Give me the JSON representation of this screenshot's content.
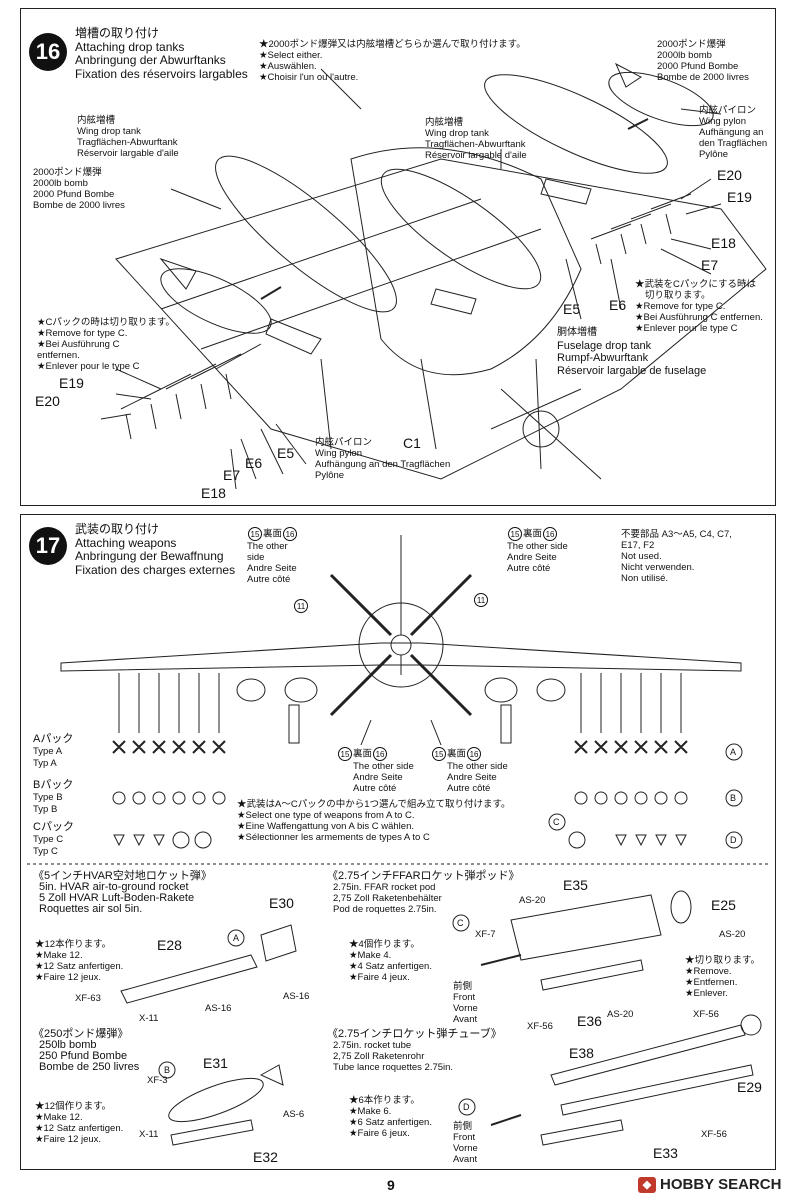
{
  "step16": {
    "number": "16",
    "title": [
      "増槽の取り付け",
      "Attaching drop tanks",
      "Anbringung der Abwurftanks",
      "Fixation des réservoirs largables"
    ],
    "select_note": [
      "★2000ポンド爆弾又は内舷増槽どちらか選んで取り付けます。",
      "★Select either.",
      "★Auswählen.",
      "★Choisir l'un ou l'autre."
    ],
    "bomb_right": [
      "2000ポンド爆弾",
      "2000lb bomb",
      "2000 Pfund Bombe",
      "Bombe de 2000 livres"
    ],
    "bomb_left": [
      "2000ポンド爆弾",
      "2000lb bomb",
      "2000 Pfund Bombe",
      "Bombe de 2000 livres"
    ],
    "wing_tank_left": [
      "内舷増槽",
      "Wing drop tank",
      "Tragflächen-Abwurftank",
      "Réservoir largable d'aile"
    ],
    "wing_tank_right": [
      "内舷増槽",
      "Wing drop tank",
      "Tragflächen-Abwurftank",
      "Réservoir largable d'aile"
    ],
    "pylon_right": [
      "内舷パイロン",
      "Wing pylon",
      "Aufhängung an",
      "den Tragflächen",
      "Pylône"
    ],
    "pylon_bottom": [
      "内舷パイロン",
      "Wing pylon",
      "Aufhängung an den Tragflächen",
      "Pylône"
    ],
    "fuselage_tank": [
      "胴体増槽",
      "Fuselage drop tank",
      "Rumpf-Abwurftank",
      "Réservoir largable de fuselage"
    ],
    "remove_left": [
      "★Cパックの時は切り取ります。",
      "★Remove for type C.",
      "★Bei Ausführung C",
      "entfernen.",
      "★Enlever pour le type C"
    ],
    "remove_right": [
      "★武装をCパックにする時は",
      "切り取ります。",
      "★Remove for type C.",
      "★Bei Ausführung C entfernen.",
      "★Enlever pour le type C"
    ],
    "parts": {
      "E20a": "E20",
      "E19a": "E19",
      "E18a": "E18",
      "E7a": "E7",
      "E5a": "E5",
      "E6a": "E6",
      "E20b": "E20",
      "E19b": "E19",
      "E7b": "E7",
      "E6b": "E6",
      "E5b": "E5",
      "E18b": "E18",
      "C1": "C1"
    }
  },
  "step17": {
    "number": "17",
    "title": [
      "武装の取り付け",
      "Attaching weapons",
      "Anbringung der Bewaffnung",
      "Fixation des charges externes"
    ],
    "unused": [
      "不要部品 A3～A5, C4, C7,",
      "E17, F2",
      "Not used.",
      "Nicht verwenden.",
      "Non utilisé."
    ],
    "other_side_tl": {
      "ref_a": "15",
      "label": "裏面",
      "ref_b": "16",
      "lines": [
        "The other",
        "side",
        "Andre Seite",
        "Autre côté"
      ]
    },
    "other_side_tr": {
      "ref_a": "15",
      "label": "裏面",
      "ref_b": "16",
      "lines": [
        "The other side",
        "Andre Seite",
        "Autre côté"
      ]
    },
    "other_side_bl": {
      "ref_a": "15",
      "label": "裏面",
      "ref_b": "16",
      "lines": [
        "The other side",
        "Andre Seite",
        "Autre côté"
      ]
    },
    "other_side_br": {
      "ref_a": "15",
      "label": "裏面",
      "ref_b": "16",
      "lines": [
        "The other side",
        "Andre Seite",
        "Autre côté"
      ]
    },
    "ref11_left": "11",
    "ref11_right": "11",
    "type_a": [
      "Aパック",
      "Type A",
      "Typ A"
    ],
    "type_b": [
      "Bパック",
      "Type B",
      "Typ B"
    ],
    "type_c": [
      "Cパック",
      "Type C",
      "Typ C"
    ],
    "select_note": [
      "★武装はA～Cパックの中から1つ選んで組み立て取り付けます。",
      "★Select one type of weapons from A to C.",
      "★Eine Waffengattung von A bis C wählen.",
      "★Sélectionner les armements de types A to C"
    ],
    "mark_a": "A",
    "mark_b": "B",
    "mark_c": "C",
    "mark_d": "D",
    "hvar": {
      "title": "《5インチHVAR空対地ロケット弾》",
      "lines": [
        "5in. HVAR air-to-ground rocket",
        "5 Zoll HVAR Luft-Boden-Rakete",
        "Roquettes air sol 5in."
      ],
      "make": [
        "★12本作ります。",
        "★Make 12.",
        "★12 Satz anfertigen.",
        "★Faire 12 jeux."
      ],
      "mark": "A",
      "parts": {
        "E30": "E30",
        "E28": "E28",
        "XF63": "XF-63",
        "X11": "X-11",
        "AS16a": "AS-16",
        "AS16b": "AS-16"
      }
    },
    "bomb250": {
      "title": "《250ポンド爆弾》",
      "lines": [
        "250lb bomb",
        "250 Pfund Bombe",
        "Bombe de 250 livres"
      ],
      "make": [
        "★12個作ります。",
        "★Make 12.",
        "★12 Satz anfertigen.",
        "★Faire 12 jeux."
      ],
      "mark": "B",
      "parts": {
        "E31": "E31",
        "XF3": "XF-3",
        "X11": "X-11",
        "AS6": "AS-6",
        "E32": "E32"
      }
    },
    "ffar_pod": {
      "title": "《2.75インチFFARロケット弾ポッド》",
      "lines": [
        "2.75in. FFAR rocket pod",
        "2,75 Zoll Raketenbehälter",
        "Pod de roquettes 2.75in."
      ],
      "make": [
        "★4個作ります。",
        "★Make 4.",
        "★4 Satz anfertigen.",
        "★Faire 4 jeux."
      ],
      "mark": "C",
      "front": [
        "前側",
        "Front",
        "Vorne",
        "Avant"
      ],
      "parts": {
        "E35": "E35",
        "E25": "E25",
        "AS20a": "AS-20",
        "AS20b": "AS-20",
        "AS20c": "AS-20",
        "XF7": "XF-7",
        "E36": "E36"
      }
    },
    "tube": {
      "title": "《2.75インチロケット弾チューブ》",
      "lines": [
        "2.75in. rocket tube",
        "2,75 Zoll Raketenrohr",
        "Tube lance roquettes 2.75in."
      ],
      "make": [
        "★6本作ります。",
        "★Make 6.",
        "★6 Satz anfertigen.",
        "★Faire 6 jeux."
      ],
      "mark": "D",
      "front": [
        "前側",
        "Front",
        "Vorne",
        "Avant"
      ],
      "cut": [
        "★切り取ります。",
        "★Remove.",
        "★Entfernen.",
        "★Enlever."
      ],
      "parts": {
        "XF56a": "XF-56",
        "XF56b": "XF-56",
        "XF56c": "XF-56",
        "E38": "E38",
        "E29": "E29",
        "E33": "E33"
      }
    }
  },
  "page_number": "9",
  "watermark": "HOBBY SEARCH"
}
